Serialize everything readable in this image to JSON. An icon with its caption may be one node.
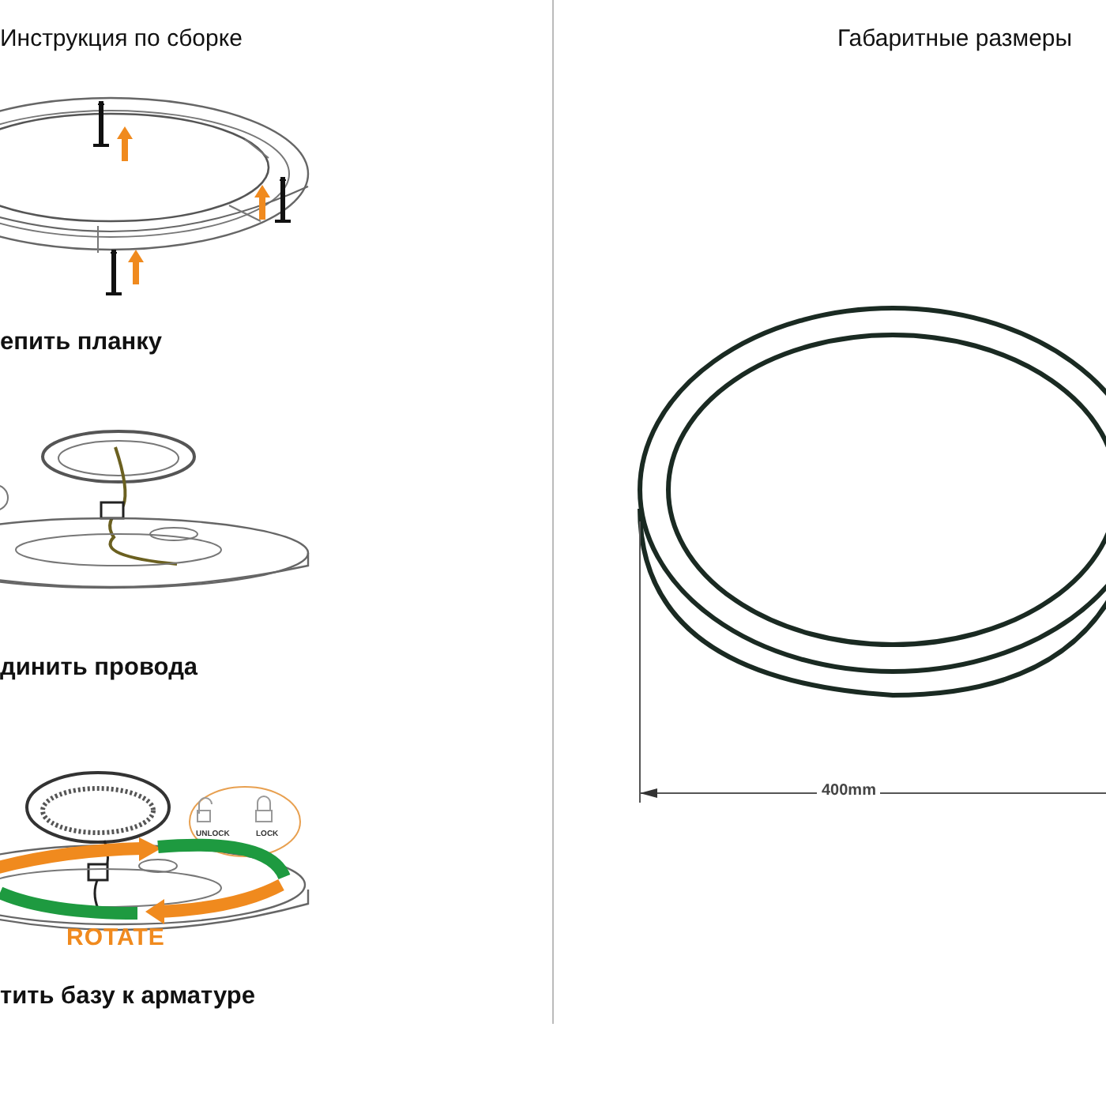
{
  "diagram": {
    "labels": [
      "Инструкция по сборке",
      "Габаритные размеры",
      "епить планку",
      "динить провода",
      "UNLOCK",
      "LOCK",
      "ROTATE",
      "тить базу к арматуре",
      "400mm"
    ]
  }
}
